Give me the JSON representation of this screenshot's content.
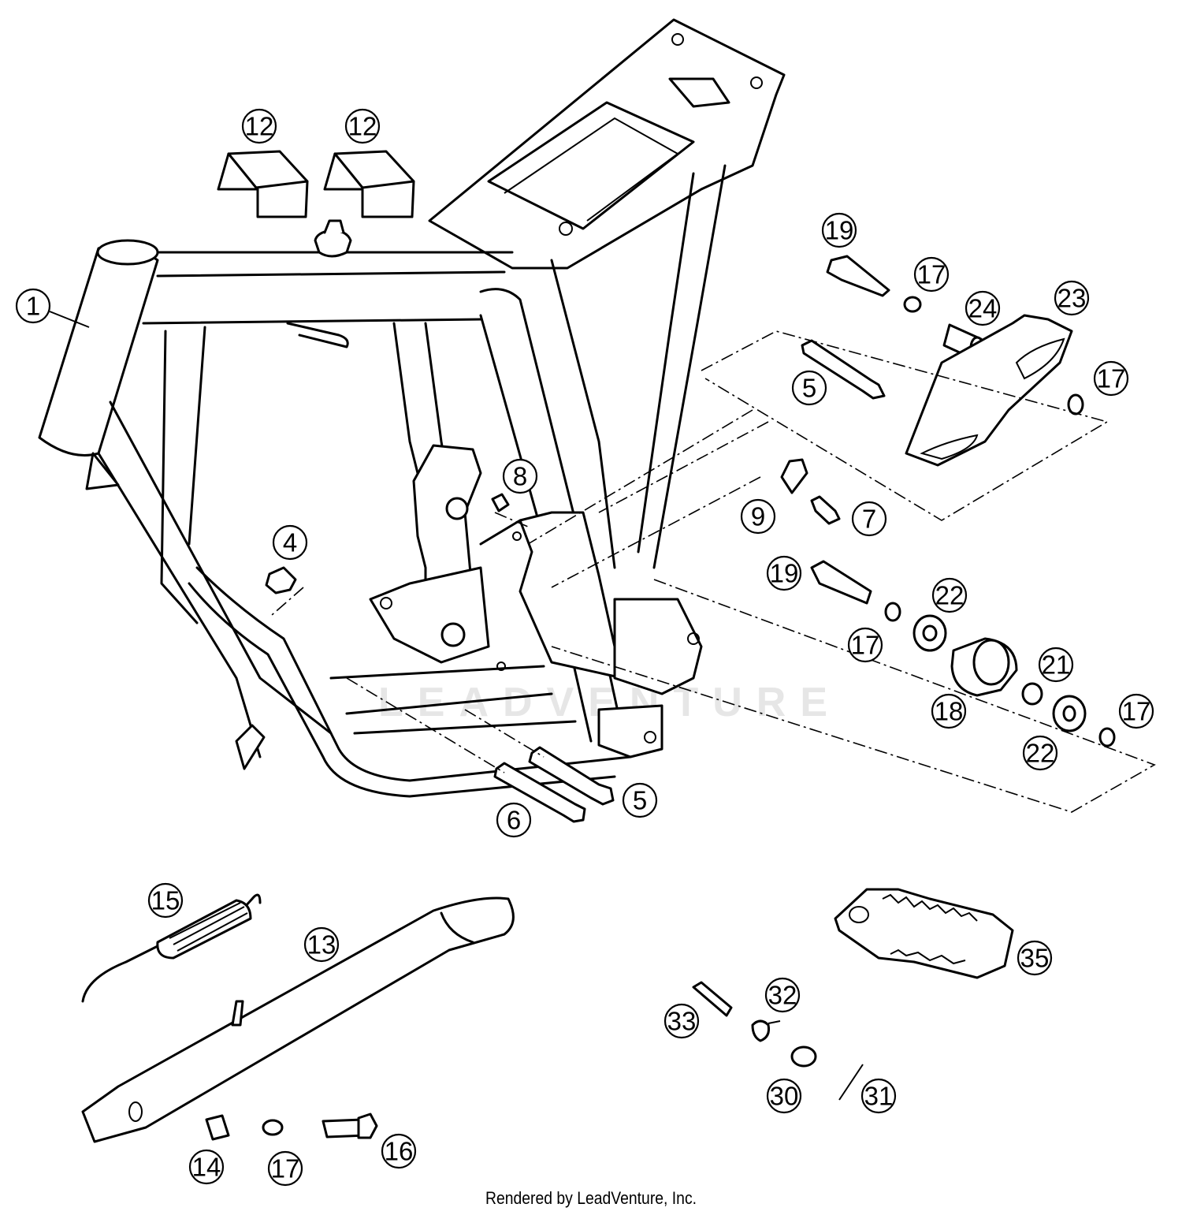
{
  "watermark": "LEADVENTURE",
  "footer": "Rendered by LeadVenture, Inc.",
  "callouts": [
    {
      "id": "c1",
      "label": "1"
    },
    {
      "id": "c12a",
      "label": "12"
    },
    {
      "id": "c12b",
      "label": "12"
    },
    {
      "id": "c19a",
      "label": "19"
    },
    {
      "id": "c17a",
      "label": "17"
    },
    {
      "id": "c24",
      "label": "24"
    },
    {
      "id": "c23",
      "label": "23"
    },
    {
      "id": "c5a",
      "label": "5"
    },
    {
      "id": "c17b",
      "label": "17"
    },
    {
      "id": "c8",
      "label": "8"
    },
    {
      "id": "c9",
      "label": "9"
    },
    {
      "id": "c7",
      "label": "7"
    },
    {
      "id": "c4",
      "label": "4"
    },
    {
      "id": "c19b",
      "label": "19"
    },
    {
      "id": "c22a",
      "label": "22"
    },
    {
      "id": "c17c",
      "label": "17"
    },
    {
      "id": "c21",
      "label": "21"
    },
    {
      "id": "c18",
      "label": "18"
    },
    {
      "id": "c17d",
      "label": "17"
    },
    {
      "id": "c22b",
      "label": "22"
    },
    {
      "id": "c5b",
      "label": "5"
    },
    {
      "id": "c6",
      "label": "6"
    },
    {
      "id": "c15",
      "label": "15"
    },
    {
      "id": "c13",
      "label": "13"
    },
    {
      "id": "c35",
      "label": "35"
    },
    {
      "id": "c32",
      "label": "32"
    },
    {
      "id": "c33",
      "label": "33"
    },
    {
      "id": "c30",
      "label": "30"
    },
    {
      "id": "c31",
      "label": "31"
    },
    {
      "id": "c14",
      "label": "14"
    },
    {
      "id": "c17e",
      "label": "17"
    },
    {
      "id": "c16",
      "label": "16"
    }
  ]
}
